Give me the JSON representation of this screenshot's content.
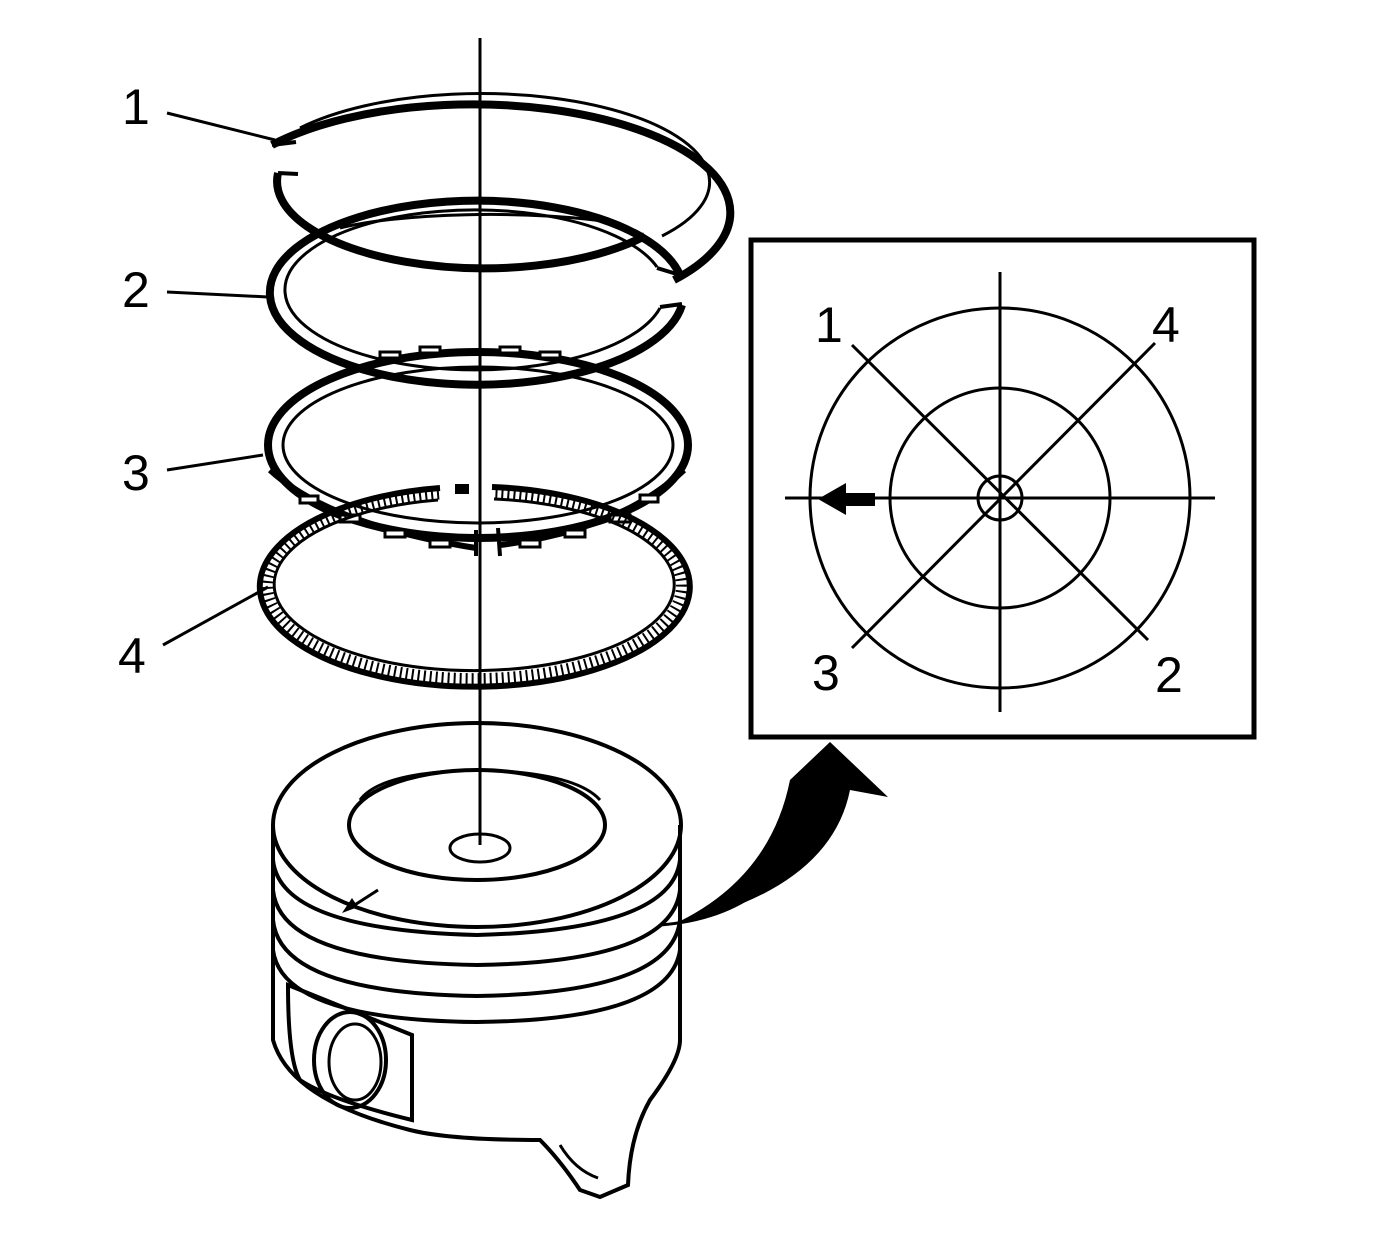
{
  "figure": {
    "callouts": [
      {
        "id": "1",
        "text": "1"
      },
      {
        "id": "2",
        "text": "2"
      },
      {
        "id": "3",
        "text": "3"
      },
      {
        "id": "4",
        "text": "4"
      }
    ],
    "inset": {
      "labels": [
        {
          "id": "1",
          "text": "1"
        },
        {
          "id": "4",
          "text": "4"
        },
        {
          "id": "3",
          "text": "3"
        },
        {
          "id": "2",
          "text": "2"
        }
      ]
    },
    "colors": {
      "ink": "#000000",
      "paper": "#ffffff"
    }
  }
}
